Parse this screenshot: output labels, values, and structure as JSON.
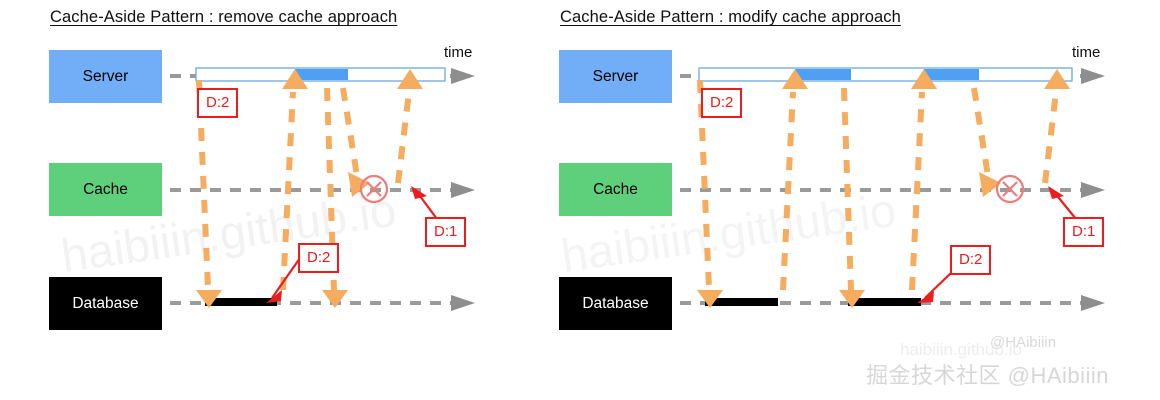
{
  "panels": [
    {
      "id": "left",
      "title": "Cache-Aside Pattern : remove cache approach",
      "time_axis_label": "time",
      "lanes": [
        {
          "name": "Server",
          "label": "Server"
        },
        {
          "name": "Cache",
          "label": "Cache"
        },
        {
          "name": "Database",
          "label": "Database"
        }
      ],
      "badges": [
        {
          "name": "badge-server-d2",
          "text": "D:2"
        },
        {
          "name": "badge-database-d2",
          "text": "D:2"
        },
        {
          "name": "badge-cache-d1",
          "text": "D:1"
        }
      ],
      "markers": [
        {
          "name": "cache-invalidated-marker",
          "symbol": "x-circle"
        }
      ],
      "flows": [
        {
          "from": "Server",
          "to": "Database",
          "direction": "down"
        },
        {
          "from": "Database",
          "to": "Server",
          "direction": "up"
        },
        {
          "from": "Server",
          "to": "Database",
          "direction": "down"
        },
        {
          "from": "Server",
          "to": "Cache",
          "direction": "down"
        },
        {
          "from": "Cache",
          "to": "Server",
          "direction": "up"
        }
      ]
    },
    {
      "id": "right",
      "title": "Cache-Aside Pattern : modify cache approach",
      "time_axis_label": "time",
      "lanes": [
        {
          "name": "Server",
          "label": "Server"
        },
        {
          "name": "Cache",
          "label": "Cache"
        },
        {
          "name": "Database",
          "label": "Database"
        }
      ],
      "badges": [
        {
          "name": "badge-server-d2",
          "text": "D:2"
        },
        {
          "name": "badge-database-d2",
          "text": "D:2"
        },
        {
          "name": "badge-cache-d1",
          "text": "D:1"
        }
      ],
      "markers": [
        {
          "name": "cache-invalidated-marker",
          "symbol": "x-circle"
        }
      ],
      "flows": [
        {
          "from": "Server",
          "to": "Database",
          "direction": "down"
        },
        {
          "from": "Database",
          "to": "Server",
          "direction": "up"
        },
        {
          "from": "Server",
          "to": "Database",
          "direction": "down"
        },
        {
          "from": "Database",
          "to": "Server",
          "direction": "up"
        },
        {
          "from": "Server",
          "to": "Cache",
          "direction": "down"
        },
        {
          "from": "Cache",
          "to": "Server",
          "direction": "up"
        }
      ]
    }
  ],
  "watermarks": {
    "diagonal_left": "haibiiin.github.io",
    "diagonal_right": "haibiiin.github.io",
    "center_bottom": "haibiiin.github.io",
    "handle_small": "@HAibiiin"
  },
  "footer": {
    "credit": "掘金技术社区 @HAibiiin"
  },
  "colors": {
    "server": "#72aef8",
    "cache": "#5ed07c",
    "database": "#000000",
    "flow_arrow": "#f5ac5f",
    "badge": "#ee1c1c",
    "lane_axis": "#9a9a9a",
    "server_band": "#4f9ff2",
    "marker": "#f07b7b"
  }
}
